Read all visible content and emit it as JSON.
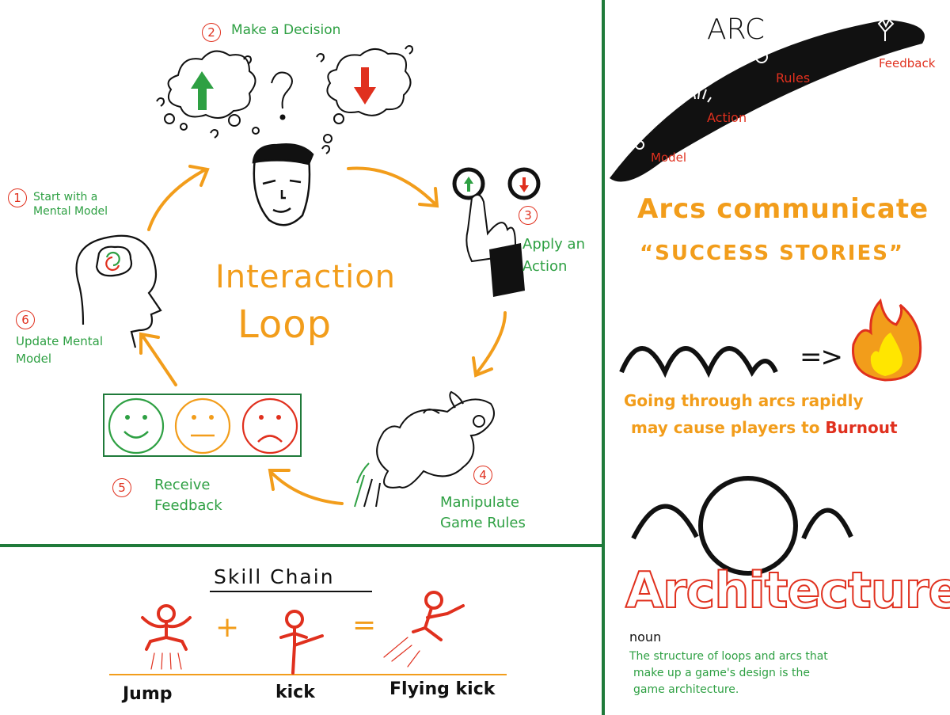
{
  "loop": {
    "title_line1": "Interaction",
    "title_line2": "Loop",
    "steps": [
      {
        "num": "1",
        "label": "Start with a Mental Model"
      },
      {
        "num": "2",
        "label": "Make a Decision"
      },
      {
        "num": "3",
        "label": "Apply an Action"
      },
      {
        "num": "4",
        "label": "Manipulate Game Rules"
      },
      {
        "num": "5",
        "label": "Receive Feedback"
      },
      {
        "num": "6",
        "label": "Update Mental Model"
      }
    ]
  },
  "skill_chain": {
    "title": "Skill Chain",
    "plus": "+",
    "equals": "=",
    "moves": [
      "Jump",
      "kick",
      "Flying kick"
    ]
  },
  "arc": {
    "title": "ARC",
    "stages": [
      "Model",
      "Action",
      "Rules",
      "Feedback"
    ],
    "message_line1": "Arcs communicate",
    "message_line2": "“SUCCESS STORIES”"
  },
  "burnout": {
    "arrow": "=>",
    "text_line1": "Going through arcs rapidly",
    "text_line2_prefix": "may cause players to",
    "text_line2_emphasis": "Burnout"
  },
  "architecture": {
    "word": "Architecture",
    "pos": "noun",
    "definition_line1": "The structure of loops and arcs that",
    "definition_line2": "make up a game's design is the",
    "definition_line3": "game architecture."
  },
  "colors": {
    "divider": "#1f7a3a",
    "green": "#2ea043",
    "red": "#e0301e",
    "orange": "#f29d1b",
    "black": "#111111"
  }
}
